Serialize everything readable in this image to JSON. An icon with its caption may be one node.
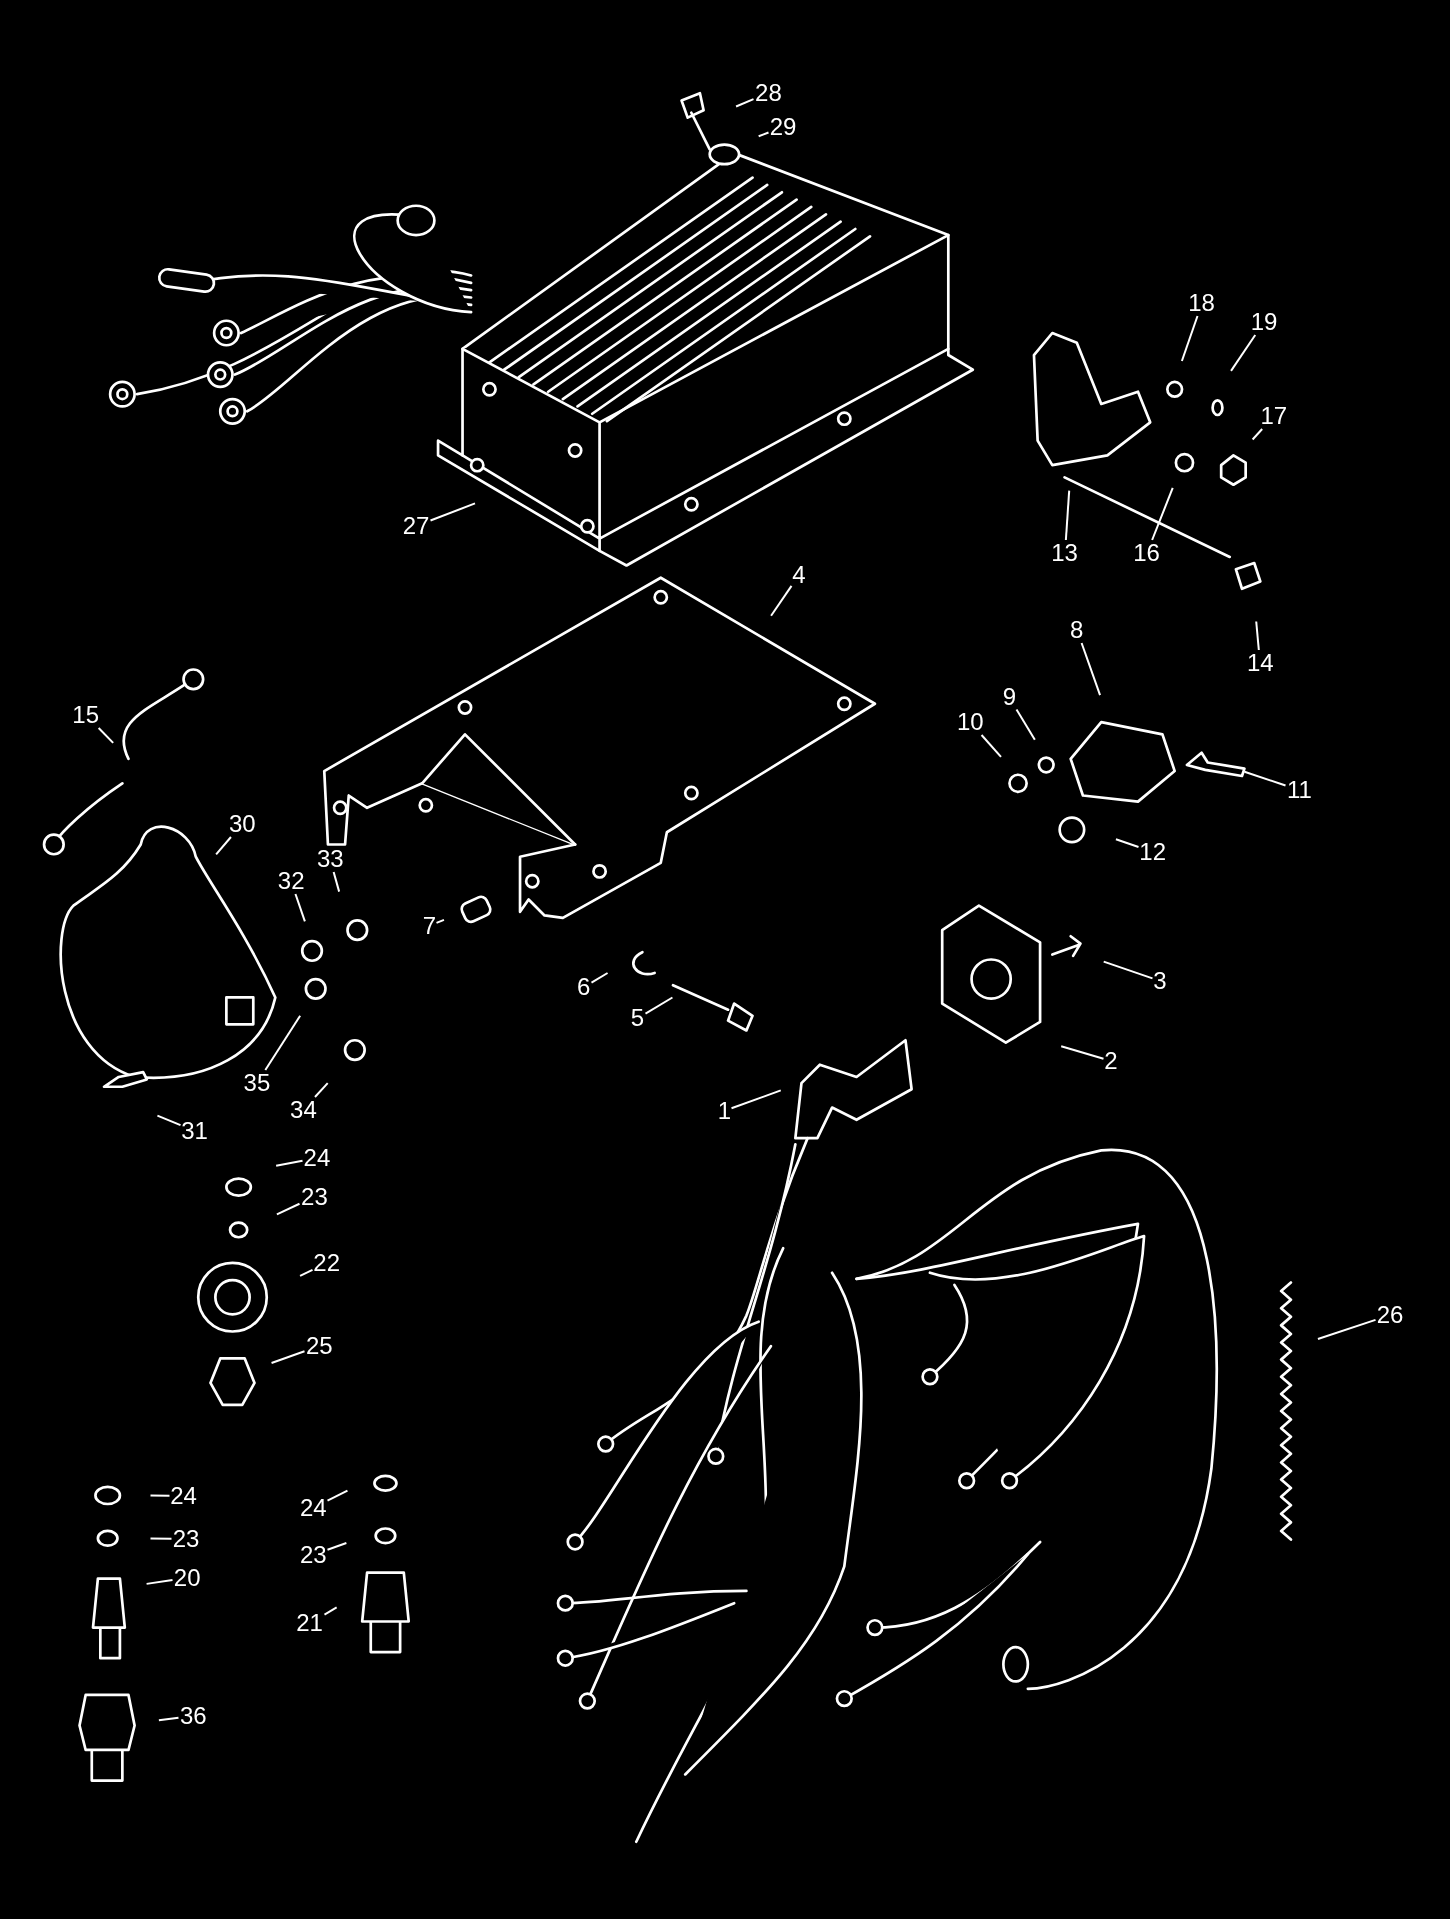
{
  "diagram": {
    "nodes": [
      {
        "text": [
          "28"
        ]
      },
      {
        "text": [
          "29"
        ]
      },
      {
        "text": [
          "18"
        ]
      },
      {
        "text": [
          "19"
        ]
      },
      {
        "text": [
          "17"
        ]
      },
      {
        "text": [
          "27"
        ]
      },
      {
        "text": [
          "13"
        ]
      },
      {
        "text": [
          "16"
        ]
      },
      {
        "text": [
          "4"
        ]
      },
      {
        "text": [
          "8"
        ]
      },
      {
        "text": [
          "14"
        ]
      },
      {
        "text": [
          "15"
        ]
      },
      {
        "text": [
          "9"
        ]
      },
      {
        "text": [
          "10"
        ]
      },
      {
        "text": [
          "11"
        ]
      },
      {
        "text": [
          "30"
        ]
      },
      {
        "text": [
          "12"
        ]
      },
      {
        "text": [
          "33"
        ]
      },
      {
        "text": [
          "32"
        ]
      },
      {
        "text": [
          "7"
        ]
      },
      {
        "text": [
          "3"
        ]
      },
      {
        "text": [
          "6"
        ]
      },
      {
        "text": [
          "5"
        ]
      },
      {
        "text": [
          "2"
        ]
      },
      {
        "text": [
          "35"
        ]
      },
      {
        "text": [
          "34"
        ]
      },
      {
        "text": [
          "1"
        ]
      },
      {
        "text": [
          "31"
        ]
      },
      {
        "text": [
          "24"
        ]
      },
      {
        "text": [
          "23"
        ]
      },
      {
        "text": [
          "22"
        ]
      },
      {
        "text": [
          "26"
        ]
      },
      {
        "text": [
          "25"
        ]
      },
      {
        "text": [
          "24"
        ]
      },
      {
        "text": [
          "24"
        ]
      },
      {
        "text": [
          "23"
        ]
      },
      {
        "text": [
          "23"
        ]
      },
      {
        "text": [
          "20"
        ]
      },
      {
        "text": [
          "21"
        ]
      },
      {
        "text": [
          "36"
        ]
      }
    ],
    "edges": [
      {
        "from": 0,
        "to": null,
        "arrow": "none"
      },
      {
        "from": 1,
        "to": null,
        "arrow": "none"
      },
      {
        "from": 2,
        "to": null,
        "arrow": "none"
      },
      {
        "from": 3,
        "to": null,
        "arrow": "none"
      },
      {
        "from": 4,
        "to": null,
        "arrow": "none"
      },
      {
        "from": 5,
        "to": null,
        "arrow": "none"
      },
      {
        "from": 6,
        "to": null,
        "arrow": "none"
      },
      {
        "from": 7,
        "to": null,
        "arrow": "none"
      },
      {
        "from": 8,
        "to": null,
        "arrow": "none"
      },
      {
        "from": 9,
        "to": null,
        "arrow": "none"
      },
      {
        "from": 10,
        "to": null,
        "arrow": "none"
      },
      {
        "from": 11,
        "to": null,
        "arrow": "none"
      },
      {
        "from": 12,
        "to": null,
        "arrow": "none"
      },
      {
        "from": 13,
        "to": null,
        "arrow": "none"
      },
      {
        "from": 14,
        "to": null,
        "arrow": "none"
      },
      {
        "from": 15,
        "to": null,
        "arrow": "none"
      },
      {
        "from": 16,
        "to": null,
        "arrow": "none"
      },
      {
        "from": 17,
        "to": null,
        "arrow": "none"
      },
      {
        "from": 18,
        "to": null,
        "arrow": "none"
      },
      {
        "from": 19,
        "to": null,
        "arrow": "none"
      },
      {
        "from": 20,
        "to": null,
        "arrow": "none"
      },
      {
        "from": 21,
        "to": null,
        "arrow": "none"
      },
      {
        "from": 22,
        "to": null,
        "arrow": "none"
      },
      {
        "from": 23,
        "to": null,
        "arrow": "none"
      },
      {
        "from": 24,
        "to": null,
        "arrow": "none"
      },
      {
        "from": 25,
        "to": null,
        "arrow": "none"
      },
      {
        "from": 26,
        "to": null,
        "arrow": "none"
      },
      {
        "from": 27,
        "to": null,
        "arrow": "none"
      },
      {
        "from": 28,
        "to": null,
        "arrow": "none"
      },
      {
        "from": 29,
        "to": null,
        "arrow": "none"
      },
      {
        "from": 30,
        "to": null,
        "arrow": "none"
      },
      {
        "from": 31,
        "to": null,
        "arrow": "none"
      },
      {
        "from": 32,
        "to": null,
        "arrow": "none"
      },
      {
        "from": 33,
        "to": null,
        "arrow": "none"
      },
      {
        "from": 34,
        "to": null,
        "arrow": "none"
      },
      {
        "from": 35,
        "to": null,
        "arrow": "none"
      },
      {
        "from": 36,
        "to": null,
        "arrow": "none"
      },
      {
        "from": 37,
        "to": null,
        "arrow": "none"
      },
      {
        "from": 38,
        "to": null,
        "arrow": "none"
      },
      {
        "from": 39,
        "to": null,
        "arrow": "none"
      }
    ]
  }
}
